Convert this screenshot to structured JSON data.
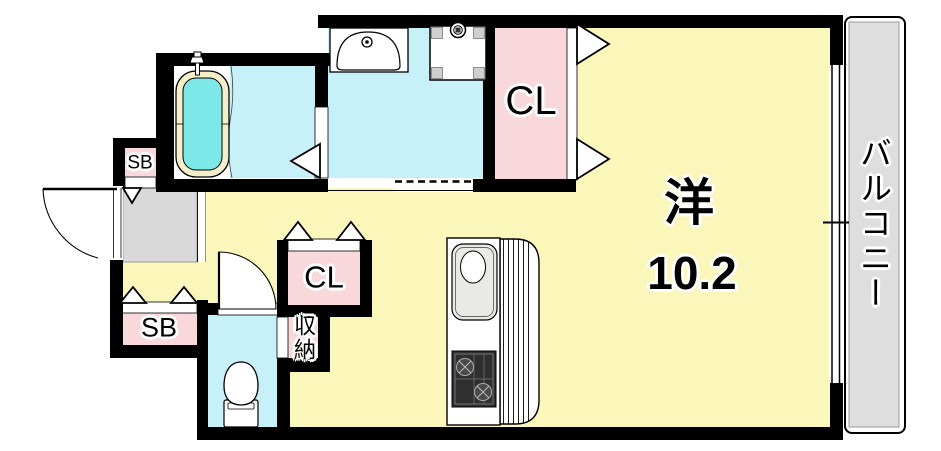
{
  "labels": {
    "main_room_name": "洋",
    "main_room_size": "10.2",
    "closet_upper": "CL",
    "closet_lower": "CL",
    "storage": "収納",
    "shoe_box_upper": "SB",
    "shoe_box_lower": "SB",
    "balcony": "バルコニー"
  },
  "colors": {
    "wall": "#000000",
    "yellow": "#FBF7BB",
    "cyan": "#C7F1F8",
    "pink": "#F9D8DB",
    "entry": "#D9D9D9",
    "balc": "#DEDEDE",
    "tubrim": "#F5EFC9",
    "water": "#7DE8E8",
    "sinkgrey": "#E9E9E5",
    "stove": "#2F2F2F"
  }
}
